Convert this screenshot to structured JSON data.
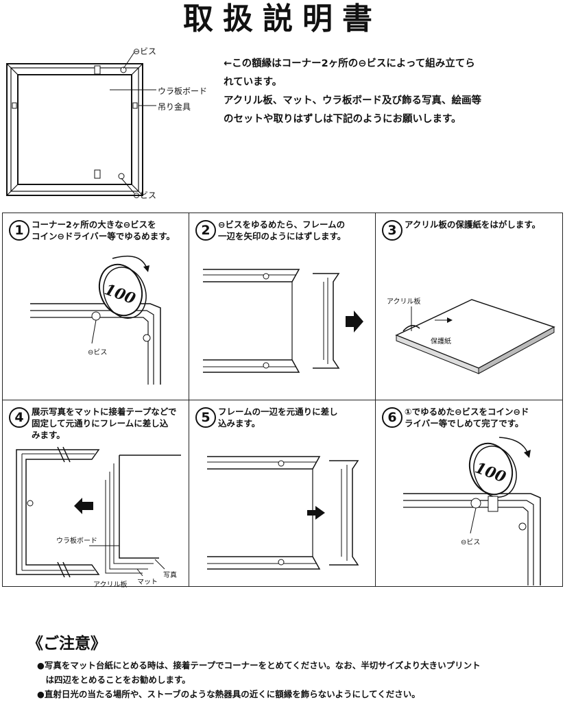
{
  "title": "取扱説明書",
  "intro": {
    "lines": [
      "←この額縁はコーナー2ヶ所の⊖ビスによって組み立てら",
      "れています。",
      "アクリル板、マット、ウラ板ボード及び飾る写真、絵画等",
      "のセットや取りはずしは下記のようにお願いします。"
    ]
  },
  "frame_labels": {
    "screw_top": "⊖ビス",
    "back_board": "ウラ板ボード",
    "hanger": "吊り金具",
    "screw_bottom": "⊖ビス"
  },
  "steps": [
    {
      "num": "1",
      "lines": [
        "コーナー2ヶ所の大きな⊖ビスを",
        "コイン⊖ドライバー等でゆるめます。"
      ]
    },
    {
      "num": "2",
      "lines": [
        "⊖ビスをゆるめたら、フレームの",
        "一辺を矢印のようにはずします。"
      ]
    },
    {
      "num": "3",
      "lines": [
        "アクリル板の保護紙をはがします。"
      ]
    },
    {
      "num": "4",
      "lines": [
        "展示写真をマットに接着テープなどで",
        "固定して元通りにフレームに差し込",
        "みます。"
      ]
    },
    {
      "num": "5",
      "lines": [
        "フレームの一辺を元通りに差し",
        "込みます。"
      ]
    },
    {
      "num": "6",
      "lines": [
        "①でゆるめた⊖ビスをコイン⊖ド",
        "ライバー等でしめて完了です。"
      ]
    }
  ],
  "diagram_labels": {
    "coin": "100",
    "step1_screw": "⊖ビス",
    "step3_acrylic": "アクリル板",
    "step3_paper": "保護紙",
    "step4_board": "ウラ板ボード",
    "step4_photo": "写真",
    "step4_mat": "マット",
    "step4_acrylic": "アクリル板",
    "step6_screw": "⊖ビス"
  },
  "caution": {
    "title": "《ご注意》",
    "notes": [
      "●写真をマット台紙にとめる時は、接着テープでコーナーをとめてください。なお、半切サイズより大きいプリント",
      "　は四辺をとめることをお勧めします。",
      "●直射日光の当たる場所や、ストーブのような熱器具の近くに額縁を飾らないようにしてください。"
    ]
  }
}
